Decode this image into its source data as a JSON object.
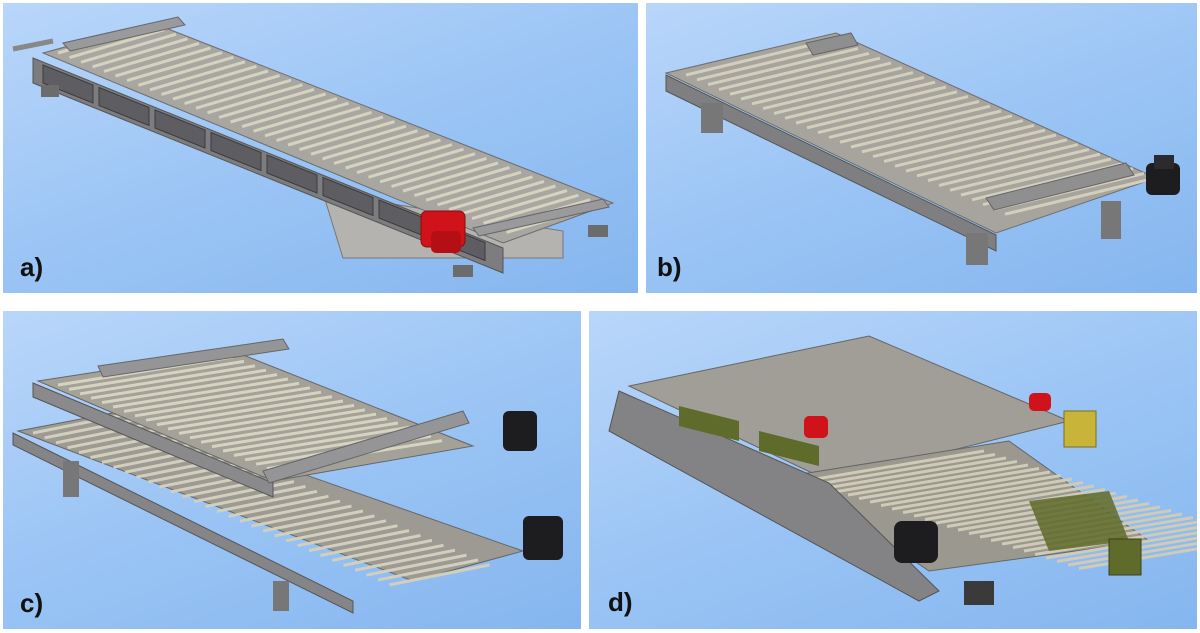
{
  "panels": [
    {
      "label": "a)",
      "motor_color": "#d0121a",
      "motor_icon": "drive-motor-icon"
    },
    {
      "label": "b)",
      "motor_color": "#1d1d1f",
      "motor_icon": "drive-motor-icon"
    },
    {
      "label": "c)",
      "motor_color": "#1d1d1f",
      "motor_icon": "drive-motor-icon"
    },
    {
      "label": "d)",
      "motor_color": "#1d1d1f",
      "accent_colors": [
        "#d0121a",
        "#c9b43a",
        "#5f6b2a"
      ]
    }
  ],
  "colors": {
    "background_light": "#b9d6fa",
    "background_dark": "#86b6ef",
    "frame_steel": "#8f8f90",
    "roller": "#c8c4b2"
  }
}
